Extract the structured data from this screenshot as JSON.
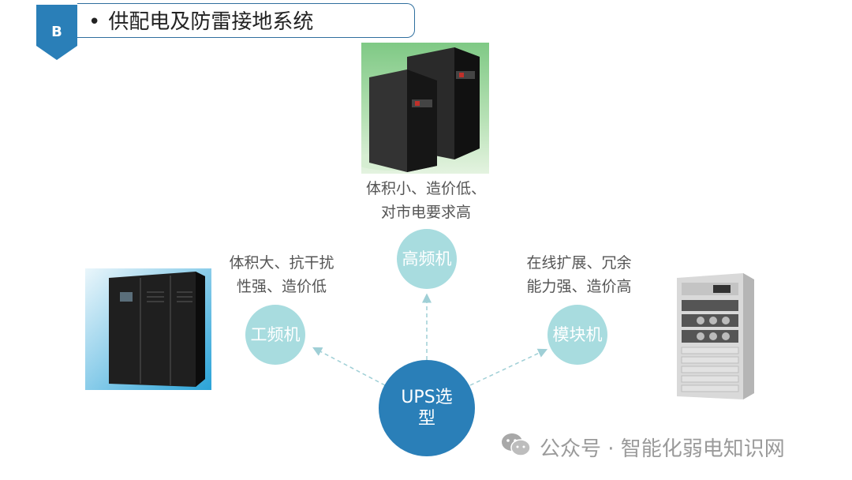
{
  "header": {
    "section_letter": "B",
    "bullet": "•",
    "title": "供配电及防雷接地系统"
  },
  "diagram": {
    "center_label_line1": "UPS选",
    "center_label_line2": "型",
    "nodes": {
      "high_frequency": {
        "label": "高频机",
        "desc_line1": "体积小、造价低、",
        "desc_line2": "对市电要求高"
      },
      "line_frequency": {
        "label": "工频机",
        "desc_line1": "体积大、抗干扰",
        "desc_line2": "性强、造价低"
      },
      "modular": {
        "label": "模块机",
        "desc_line1": "在线扩展、冗余",
        "desc_line2": "能力强、造价高"
      }
    }
  },
  "watermark": {
    "text": "公众号 · 智能化弱电知识网",
    "icon": "wechat-icon"
  },
  "colors": {
    "accent": "#2a7fb8",
    "node_light": "#a8dcdf",
    "badge": "#2a7fb8",
    "connector": "#9fcfd6"
  }
}
